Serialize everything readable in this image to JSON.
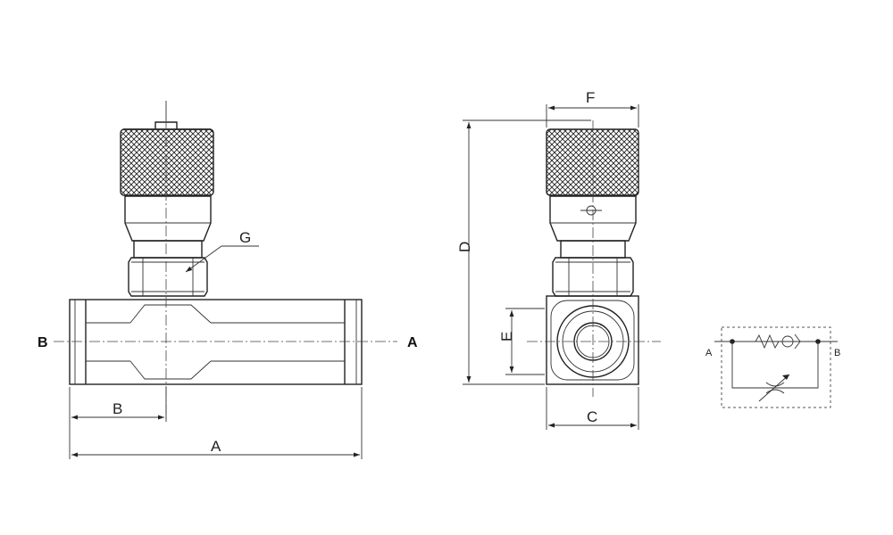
{
  "labels": {
    "port_b": "B",
    "port_a": "A",
    "dim_b": "B",
    "dim_a": "A",
    "dim_g": "G",
    "dim_f": "F",
    "dim_d": "D",
    "dim_e": "E",
    "dim_c": "C",
    "symbol_port_a": "A",
    "symbol_port_b": "B"
  }
}
